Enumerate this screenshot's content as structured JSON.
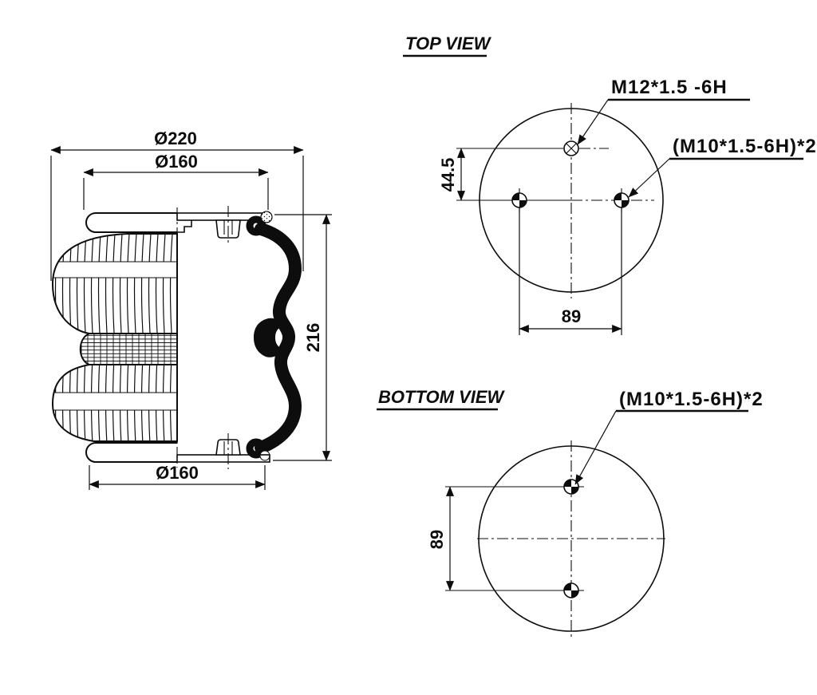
{
  "colors": {
    "ink": "#0d0d0d",
    "paper": "#ffffff"
  },
  "section_view": {
    "dim_outer_diameter": "Ø220",
    "dim_top_plate_diameter": "Ø160",
    "dim_total_height": "216",
    "dim_bottom_plate_diameter": "Ø160"
  },
  "top_view": {
    "title": "TOP VIEW",
    "center_thread_label": "M12*1.5 -6H",
    "side_thread_label": "(M10*1.5-6H)*2",
    "dim_center_offset": "44.5",
    "dim_hole_spacing": "89"
  },
  "bottom_view": {
    "title": "BOTTOM VIEW",
    "thread_label": "(M10*1.5-6H)*2",
    "dim_hole_spacing": "89"
  }
}
